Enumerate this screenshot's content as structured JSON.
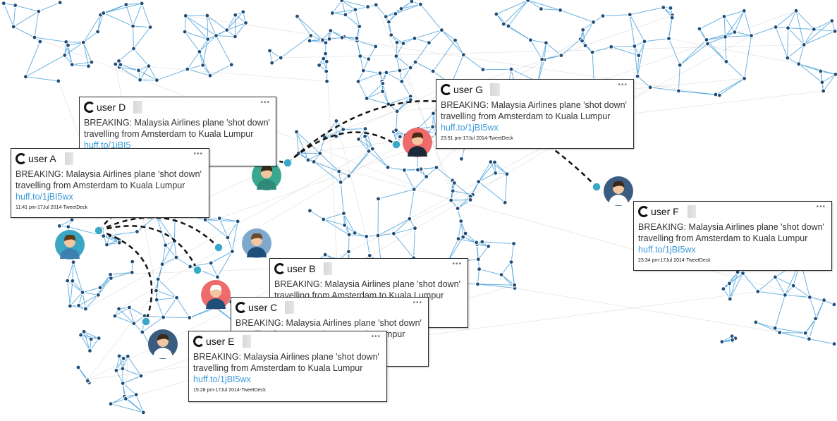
{
  "colors": {
    "edge": "#3a9ad9",
    "node": "#1f4e79",
    "node_ring": "#ffffff",
    "spread_hub": "#38a8c8",
    "spread_path": "#111111",
    "link": "#3a9ad9"
  },
  "tweets": [
    {
      "id": "D",
      "user": "user D",
      "text": "BREAKING: Malaysia Airlines plane 'shot down' travelling from Amsterdam to Kuala Lumpur",
      "link": "huff.to/1jBI5",
      "meta": ""
    },
    {
      "id": "A",
      "user": "user A",
      "text": "BREAKING: Malaysia Airlines plane 'shot down' travelling from Amsterdam to Kuala Lumpur",
      "link": "huff.to/1jBI5wx",
      "meta": "11:41 pm-17Jul 2014-TweetDeck"
    },
    {
      "id": "G",
      "user": "user G",
      "text": "BREAKING: Malaysia Airlines plane 'shot down' travelling from Amsterdam to Kuala Lumpur",
      "link": "huff.to/1jBI5wx",
      "meta": "23:51 pm-17Jul 2014-TweetDeck"
    },
    {
      "id": "F",
      "user": "user F",
      "text": "BREAKING: Malaysia Airlines plane 'shot down' travelling from Amsterdam to Kuala Lumpur",
      "link": "huff.to/1jBI5wx",
      "meta": "23:34 pm-17Jul 2014-TweetDeck"
    },
    {
      "id": "B",
      "user": "user B",
      "text": "BREAKING: Malaysia Airlines plane 'shot down' travelling from Amsterdam to Kuala Lumpur",
      "link": "",
      "meta": ""
    },
    {
      "id": "C",
      "user": "user C",
      "text": "BREAKING: Malaysia Airlines plane 'shot down' travelling from Amsterdam to Kuala Lumpur",
      "link": "",
      "meta": ""
    },
    {
      "id": "E",
      "user": "user E",
      "text": "BREAKING: Malaysia Airlines plane 'shot down' travelling from Amsterdam to Kuala Lumpur",
      "link": "huff.to/1jBI5wx",
      "meta": "15:28 pm-17Jul 2014-TweetDeck"
    }
  ],
  "avatars": [
    {
      "user": "user A",
      "skin": "#f2c6a0",
      "hair": "#5a3a1a",
      "shirt": "#3c7fb0",
      "bg": "#3aa6c4"
    },
    {
      "user": "user B",
      "skin": "#f2c6a0",
      "hair": "#6b4a2b",
      "shirt": "#1f4e79",
      "bg": "#7fa8cf"
    },
    {
      "user": "user C",
      "skin": "#f2c6a0",
      "hair": "#ffffff",
      "shirt": "#1f4e79",
      "bg": "#ef6a6a"
    },
    {
      "user": "user D",
      "skin": "#f2c6a0",
      "hair": "#3b2a1a",
      "shirt": "#2f8a7a",
      "bg": "#3aa88e"
    },
    {
      "user": "user E",
      "skin": "#f2c6a0",
      "hair": "#3b2a1a",
      "shirt": "#ffffff",
      "bg": "#3a5c80"
    },
    {
      "user": "user F",
      "skin": "#f2c6a0",
      "hair": "#3b2a1a",
      "shirt": "#ffffff",
      "bg": "#3a5c80"
    },
    {
      "user": "user G",
      "skin": "#f2c6a0",
      "hair": "#4a2a14",
      "shirt": "#1b2a3a",
      "bg": "#ef6a6a"
    }
  ]
}
